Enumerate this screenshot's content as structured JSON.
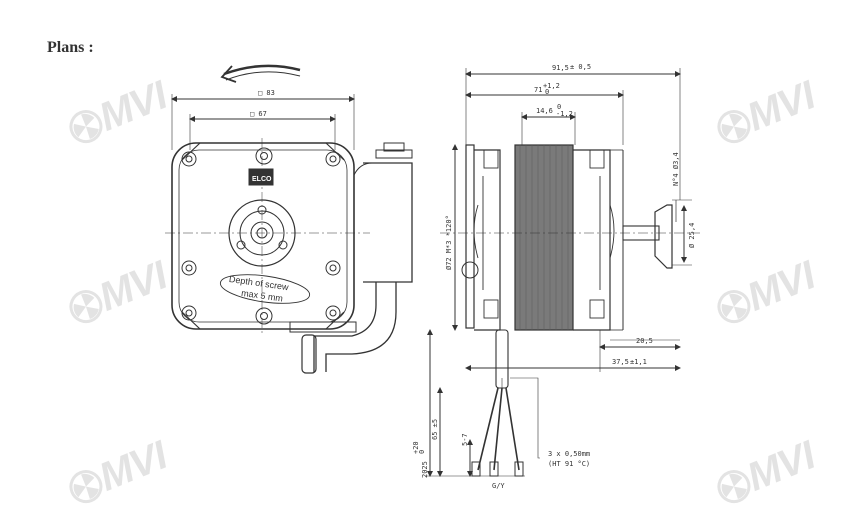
{
  "page": {
    "heading": "Plans :"
  },
  "watermark": {
    "text": "MVI"
  },
  "drawing": {
    "front": {
      "dim_outer": "□ 83",
      "dim_inner": "□ 67",
      "label_line1": "Depth of screw",
      "label_line2": "max 5 mm",
      "logo": "ELCO"
    },
    "side": {
      "dim_total": "91,5",
      "dim_total_tol": "± 0,5",
      "dim_71": "71",
      "dim_71_tol_top": "+1,2",
      "dim_71_tol_bot": "0",
      "dim_14": "14,6",
      "dim_14_tol_top": "0",
      "dim_14_tol_bot": "-1,2",
      "dim_bolt_circle": "Ø72 M*3 *120°",
      "dim_hole": "N°4 Ø3,4",
      "dim_shaft": "Ø 25,4",
      "dim_20": "20,5",
      "dim_37": "37,5",
      "dim_37_tol": "±1,1",
      "dim_65": "65 ±5",
      "dim_2025": "2025",
      "dim_2025_tol_top": "+20",
      "dim_2025_tol_bot": "0",
      "dim_57": "5-7",
      "wire_spec_1": "3 x 0,50mm",
      "wire_spec_2": "(HT 91 °C)",
      "wire_colors": "G/Y"
    }
  }
}
